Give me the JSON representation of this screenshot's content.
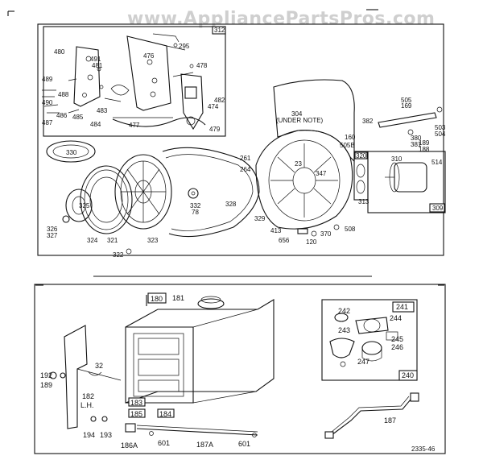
{
  "watermark": "www.AppliancePartsPros.com",
  "upper_panel": {
    "box_label": "312",
    "kit_labels": {
      "k320": "320",
      "k309": "309"
    },
    "shroud_note": "304\n(UNDER NOTE)",
    "parts": [
      "480",
      "481",
      "488",
      "491",
      "490",
      "489",
      "487",
      "486",
      "485",
      "484",
      "483",
      "476",
      "295",
      "478",
      "482",
      "474",
      "479",
      "477",
      "330",
      "325",
      "326",
      "327",
      "324",
      "321",
      "323",
      "322",
      "332",
      "78",
      "328",
      "329",
      "261",
      "264",
      "23",
      "347",
      "413",
      "656",
      "370",
      "120",
      "508",
      "382",
      "505",
      "169",
      "503",
      "504",
      "380",
      "381",
      "189",
      "188",
      "505B",
      "160",
      "310",
      "514",
      "313"
    ]
  },
  "lower_panel": {
    "box_labels": {
      "b180": "180",
      "b183": "183",
      "b184": "184",
      "b185": "185",
      "b241": "241",
      "b240": "240"
    },
    "parts": [
      "181",
      "192",
      "189",
      "32",
      "182",
      "L.H.",
      "194",
      "193",
      "186A",
      "601",
      "187A",
      "187",
      "242",
      "243",
      "244",
      "245",
      "246",
      "247"
    ],
    "figure_code": "2335-46"
  }
}
